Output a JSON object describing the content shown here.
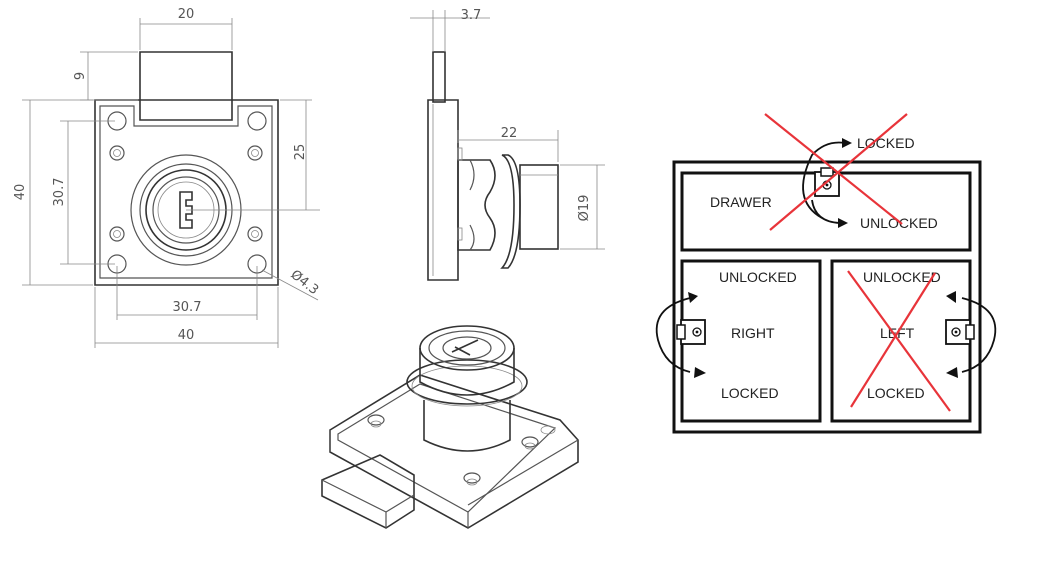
{
  "dimensions": {
    "width_top": "20",
    "tongue_height": "9",
    "height_total": "40",
    "hole_spacing_vertical": "30.7",
    "cylinder_offset": "25",
    "hole_spacing_horizontal": "30.7",
    "width_total": "40",
    "hole_diameter": "Ø4.3",
    "plate_thickness": "3.7",
    "cylinder_length": "22",
    "cylinder_diameter": "Ø19"
  },
  "diagram": {
    "drawer_label": "DRAWER",
    "top_locked": "LOCKED",
    "top_unlocked": "UNLOCKED",
    "right_unlocked": "UNLOCKED",
    "right_label": "RIGHT",
    "right_locked": "LOCKED",
    "left_unlocked": "UNLOCKED",
    "left_label": "LEFT",
    "left_locked": "LOCKED",
    "cross_color": "#e8343a"
  }
}
